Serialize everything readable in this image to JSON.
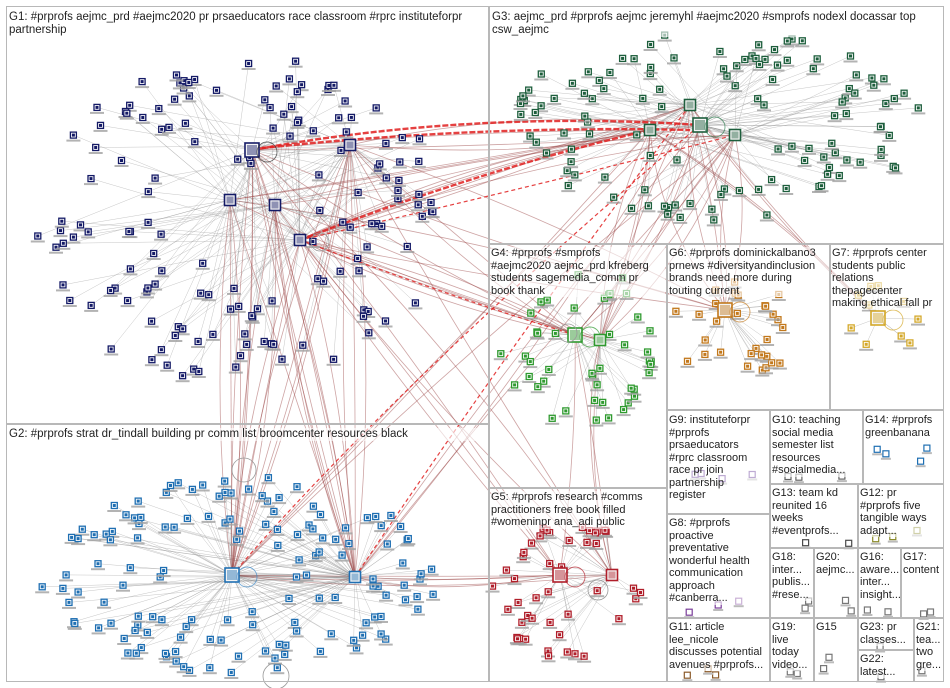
{
  "groups": [
    {
      "id": "G1",
      "label": "G1: #prprofs aejmc_prd #aejmc2020 pr prsaeducators race classroom #rprc instituteforpr\npartnership",
      "color": "#141a66",
      "count": 150,
      "ring": "#2b2b2b"
    },
    {
      "id": "G2",
      "label": "G2: #prprofs strat dr_tindall building pr comm list broomcenter resources black",
      "color": "#1f6fb2",
      "count": 140,
      "ring": "#3a88c8"
    },
    {
      "id": "G3",
      "label": "G3: aejmc_prd #prprofs aejmc jeremyhl #aejmc2020 #smprofs nodexl docassar top\ncsw_aejmc",
      "color": "#1d5e3c",
      "count": 120,
      "ring": "#2e7d50"
    },
    {
      "id": "G4",
      "label": "G4: #prprofs #smprofs\n#aejmc2020 aejmc_prd kfreberg\nstudents sagemedia_comm pr\nbook thank",
      "color": "#2f9a2f",
      "count": 45,
      "ring": "#2f9a2f"
    },
    {
      "id": "G5",
      "label": "G5: #prprofs research #comms\npractitioners free book filled\n#womeninpr ana_adi public",
      "color": "#b01e2a",
      "count": 45,
      "ring": "#b01e2a"
    },
    {
      "id": "G6",
      "label": "G6: #prprofs dominickalbano3\nprnews #diversityandinclusion\nbrands need more during\ntouting current",
      "color": "#c2781c",
      "count": 30,
      "ring": "#c2781c"
    },
    {
      "id": "G7",
      "label": "G7: #prprofs center\nstudents public\nrelations\nthepagecenter\nmaking ethical fall pr",
      "color": "#d4a82a",
      "count": 10,
      "ring": "#d4a82a"
    },
    {
      "id": "G8",
      "label": "G8: #prprofs\nproactive\npreventative\nwonderful health\ncommunication\napproach\n#canberra...",
      "color": "#7a3d9a",
      "count": 0,
      "ring": "#7a3d9a"
    },
    {
      "id": "G9",
      "label": "G9: instituteforpr\n#prprofs\nprsaeducators\n#rprc classroom\nrace pr join\npartnership\nregister",
      "color": "#5c2d91",
      "count": 0,
      "ring": "#5c2d91"
    },
    {
      "id": "G10",
      "label": "G10: teaching\nsocial media\nsemester list\nresources\n#socialmedia...",
      "color": "#666666",
      "count": 0,
      "ring": "#666666"
    },
    {
      "id": "G11",
      "label": "G11: article\nlee_nicole\ndiscusses potential\navenues #prprofs...",
      "color": "#8a5a2a",
      "count": 0,
      "ring": "#8a5a2a"
    },
    {
      "id": "G12",
      "label": "G12: pr\n#prprofs five\ntangible ways\nadapt...",
      "color": "#8a8a2a",
      "count": 0,
      "ring": "#8a8a2a"
    },
    {
      "id": "G13",
      "label": "G13: team kd\nreunited 16\nweeks\n#eventprofs...",
      "color": "#4a4a4a",
      "count": 0,
      "ring": "#4a4a4a"
    },
    {
      "id": "G14",
      "label": "G14: #prprofs\ngreenbanana",
      "color": "#1f6fb2",
      "count": 0,
      "ring": "#1f6fb2"
    },
    {
      "id": "G15",
      "label": "G15",
      "color": "#777777",
      "count": 0,
      "ring": "#777777"
    },
    {
      "id": "G16",
      "label": "G16:\naware...\ninter...\ninsight...",
      "color": "#777777",
      "count": 0,
      "ring": "#777777"
    },
    {
      "id": "G17",
      "label": "G17:\ncontent",
      "color": "#777777",
      "count": 0,
      "ring": "#777777"
    },
    {
      "id": "G18",
      "label": "G18:\ninter...\npublis...\n#rese...",
      "color": "#777777",
      "count": 0,
      "ring": "#777777"
    },
    {
      "id": "G19",
      "label": "G19:\nlive\ntoday\nvideo...",
      "color": "#777777",
      "count": 0,
      "ring": "#777777"
    },
    {
      "id": "G20",
      "label": "G20:\naejmc...",
      "color": "#777777",
      "count": 0,
      "ring": "#777777"
    },
    {
      "id": "G21",
      "label": "G21:\ntea...\ntwo\ngre...",
      "color": "#777777",
      "count": 0,
      "ring": "#777777"
    },
    {
      "id": "G22",
      "label": "G22:\nlatest...",
      "color": "#777777",
      "count": 0,
      "ring": "#777777"
    },
    {
      "id": "G23",
      "label": "G23: pr\nclasses...",
      "color": "#777777",
      "count": 0,
      "ring": "#777777"
    }
  ],
  "colors": {
    "edge": "#8a8a8a",
    "mention_edge": "#9e4a4a",
    "highlight_edge": "#e02020",
    "box_border": "#b8b8b8",
    "background": "#ffffff"
  }
}
